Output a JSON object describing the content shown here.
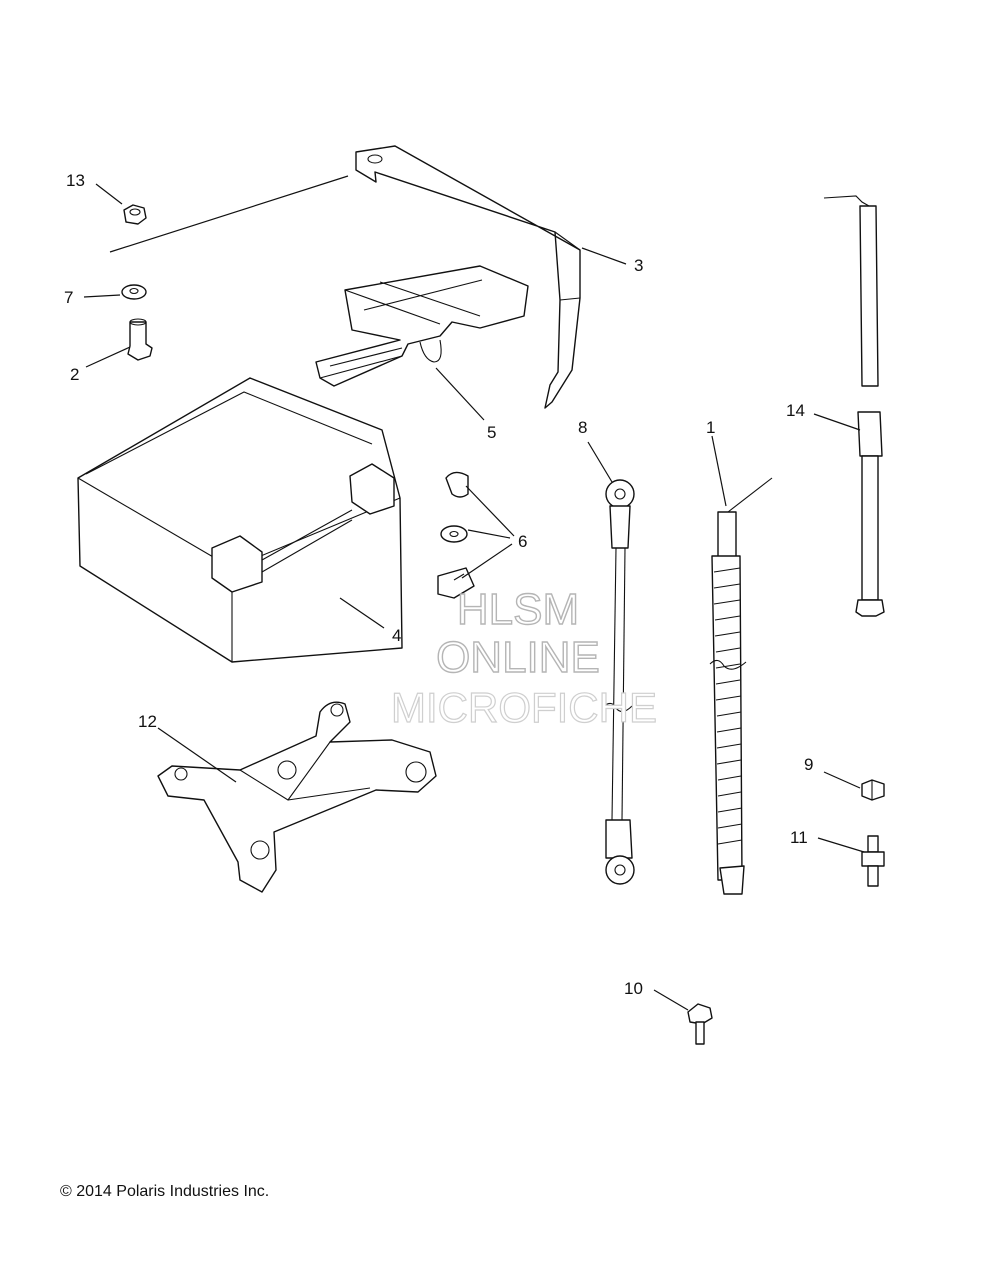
{
  "callouts": {
    "c1": "1",
    "c2": "2",
    "c3": "3",
    "c4": "4",
    "c5": "5",
    "c6": "6",
    "c7": "7",
    "c8": "8",
    "c9": "9",
    "c10": "10",
    "c11": "11",
    "c12": "12",
    "c13": "13",
    "c14": "14"
  },
  "watermark": {
    "line1": "HLSM",
    "line2": "ONLINE",
    "line3": "MICROFICHE"
  },
  "footer": {
    "copyright": "© 2014 Polaris Industries Inc."
  }
}
